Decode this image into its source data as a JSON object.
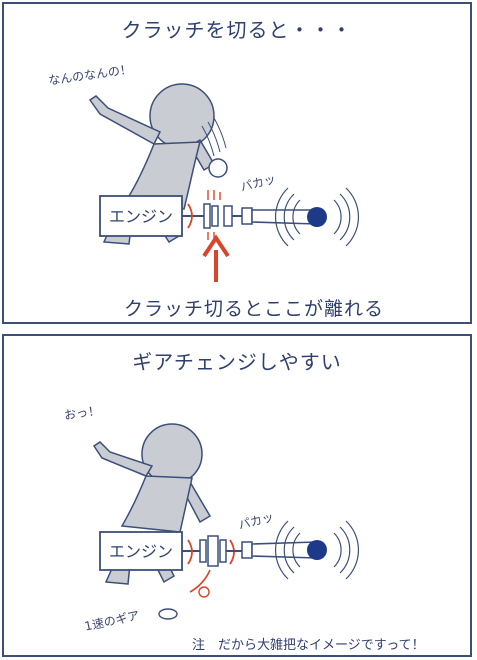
{
  "panel1": {
    "title": "クラッチを切ると・・・",
    "speech": "なんのなんの！",
    "engine": "エンジン",
    "sound": "パカッ",
    "caption": "クラッチ切るとここが離れる"
  },
  "panel2": {
    "title": "ギアチェンジしやすい",
    "speech": "おっ！",
    "engine": "エンジン",
    "sound": "パカッ",
    "gear_label": "1速のギア",
    "note": "注　だから大雑把なイメージですって！"
  },
  "colors": {
    "line": "#3c4f7a",
    "accent": "#d9452b",
    "body": "#c9ccd3"
  }
}
